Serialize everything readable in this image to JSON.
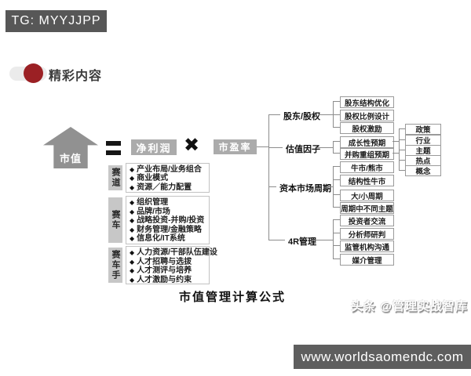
{
  "badge": {
    "text": "TG: MYYJJPP"
  },
  "header": {
    "title": "精彩内容"
  },
  "icons": {
    "bullet": "◆",
    "times": "✖"
  },
  "colors": {
    "accent_red": "#9b2024",
    "box_gray": "#ababab",
    "bar_gray": "#5e5e5e",
    "badge_gray": "#575757"
  },
  "formula": {
    "market_value": "市值",
    "net_profit": "净利润",
    "pe_ratio": "市盈率",
    "caption": "市值管理计算公式"
  },
  "left_groups": [
    {
      "label": "赛道",
      "items": [
        "产业布局/业务组合",
        "商业模式",
        "资源／能力配置"
      ]
    },
    {
      "label": "赛车",
      "items": [
        "组织管理",
        "品牌/市场",
        "战略投资-并购/投资",
        "财务管理/金融策略",
        "信息化/IT系统"
      ]
    },
    {
      "label": "赛车手",
      "items": [
        "人力资源/干部队伍建设",
        "人才招聘与选拔",
        "人才测评与培养",
        "人才激励与约束"
      ]
    }
  ],
  "right_branches": [
    {
      "label": "股东/股权",
      "children": [
        "股东结构优化",
        "股权比例设计",
        "股权激励"
      ]
    },
    {
      "label": "估值因子",
      "children": [
        "成长性预期",
        "并购重组预期"
      ],
      "grandchildren": [
        "政策",
        "行业",
        "主题",
        "热点",
        "概念"
      ]
    },
    {
      "label": "资本市场周期",
      "children": [
        "牛市/熊市",
        "结构性牛市",
        "大/小周期",
        "周期中不同主题"
      ]
    },
    {
      "label": "4R管理",
      "children": [
        "投资者交流",
        "分析师研判",
        "监管机构沟通",
        "媒介管理"
      ]
    }
  ],
  "watermark": {
    "text": "头条 @管理实战智库"
  },
  "footer": {
    "url": "www.worldsaomendc.com"
  }
}
